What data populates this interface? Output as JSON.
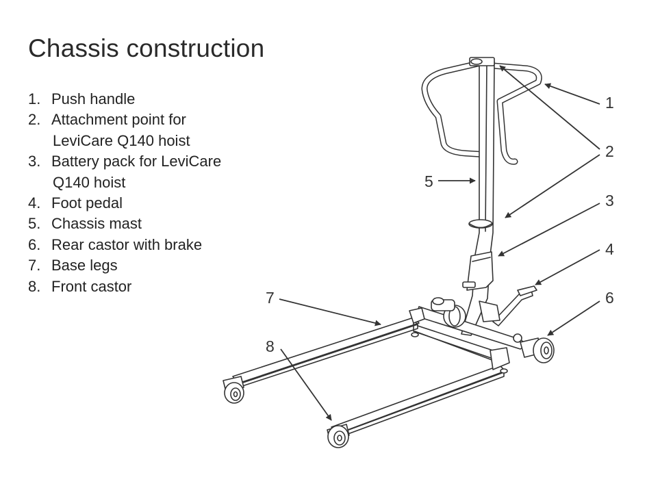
{
  "title": "Chassis construction",
  "parts": [
    {
      "num": "1.",
      "label": "Push handle",
      "label_cont": ""
    },
    {
      "num": "2.",
      "label": "Attachment point for",
      "label_cont": "LeviCare Q140 hoist"
    },
    {
      "num": "3.",
      "label": "Battery pack for LeviCare",
      "label_cont": "Q140 hoist"
    },
    {
      "num": "4.",
      "label": "Foot pedal",
      "label_cont": ""
    },
    {
      "num": "5.",
      "label": "Chassis mast",
      "label_cont": ""
    },
    {
      "num": "6.",
      "label": "Rear castor with brake",
      "label_cont": ""
    },
    {
      "num": "7.",
      "label": "Base legs",
      "label_cont": ""
    },
    {
      "num": "8.",
      "label": "Front castor",
      "label_cont": ""
    }
  ],
  "callouts": {
    "c1": "1",
    "c2": "2",
    "c3": "3",
    "c4": "4",
    "c5": "5",
    "c6": "6",
    "c7": "7",
    "c8": "8"
  },
  "colors": {
    "line": "#333333",
    "background": "#ffffff"
  }
}
